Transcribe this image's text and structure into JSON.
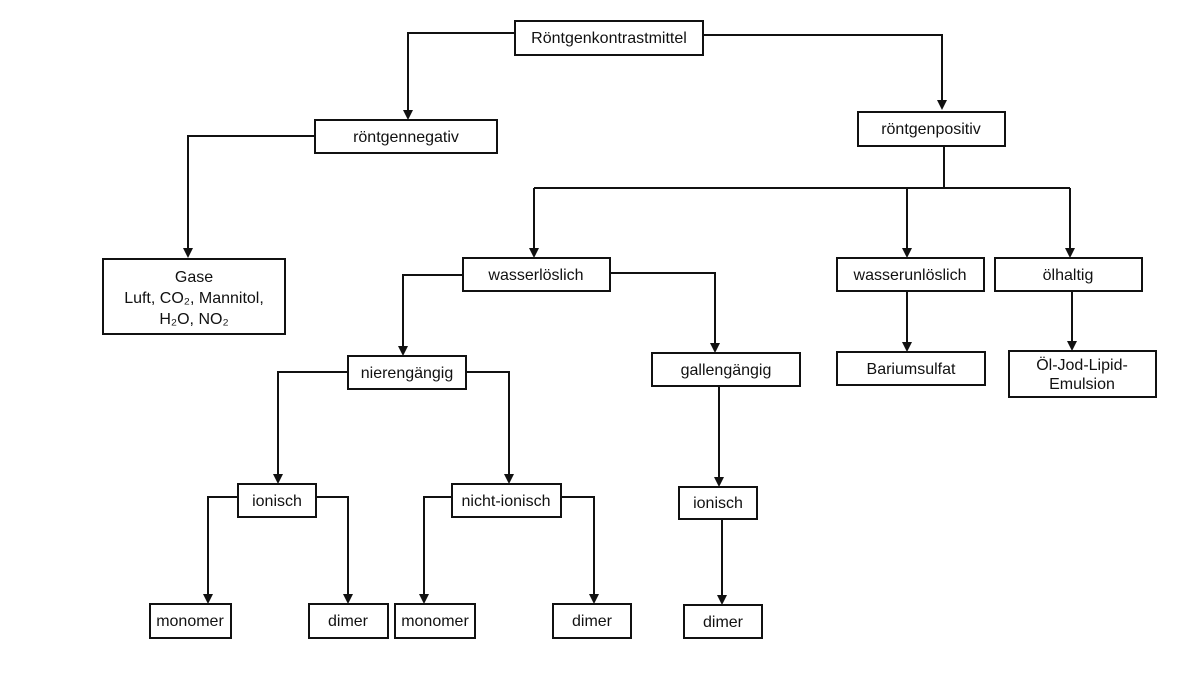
{
  "diagram": {
    "root": "Röntgenkontrastmittel",
    "negative": {
      "label": "röntgennegativ",
      "gases": {
        "line1": "Gase",
        "line2": "Luft, CO₂, Mannitol,",
        "line3": "H₂O, NO₂"
      }
    },
    "positive": {
      "label": "röntgenpositiv",
      "water_soluble": {
        "label": "wasserlöslich",
        "renal": {
          "label": "nierengängig",
          "ionic": {
            "label": "ionisch",
            "monomer": "monomer",
            "dimer": "dimer"
          },
          "nonionic": {
            "label": "nicht-ionisch",
            "monomer": "monomer",
            "dimer": "dimer"
          }
        },
        "biliary": {
          "label": "gallengängig",
          "ionic": {
            "label": "ionisch",
            "dimer": "dimer"
          }
        }
      },
      "water_insoluble": {
        "label": "wasserunlöslich",
        "barium": "Bariumsulfat"
      },
      "oily": {
        "label": "ölhaltig",
        "emulsion": {
          "line1": "Öl-Jod-Lipid-",
          "line2": "Emulsion"
        }
      }
    }
  }
}
